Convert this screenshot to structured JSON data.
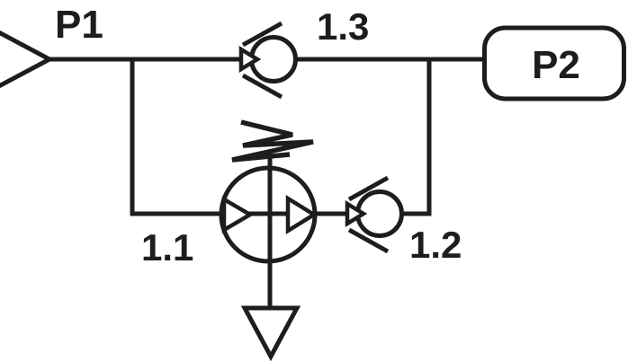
{
  "colors": {
    "stroke": "#1d1d1b",
    "background": "#ffffff"
  },
  "labels": {
    "inlet_port": "P1",
    "outlet_port": "P2",
    "regulator_valve": "1.1",
    "check_valve_right": "1.2",
    "check_valve_top": "1.3"
  }
}
